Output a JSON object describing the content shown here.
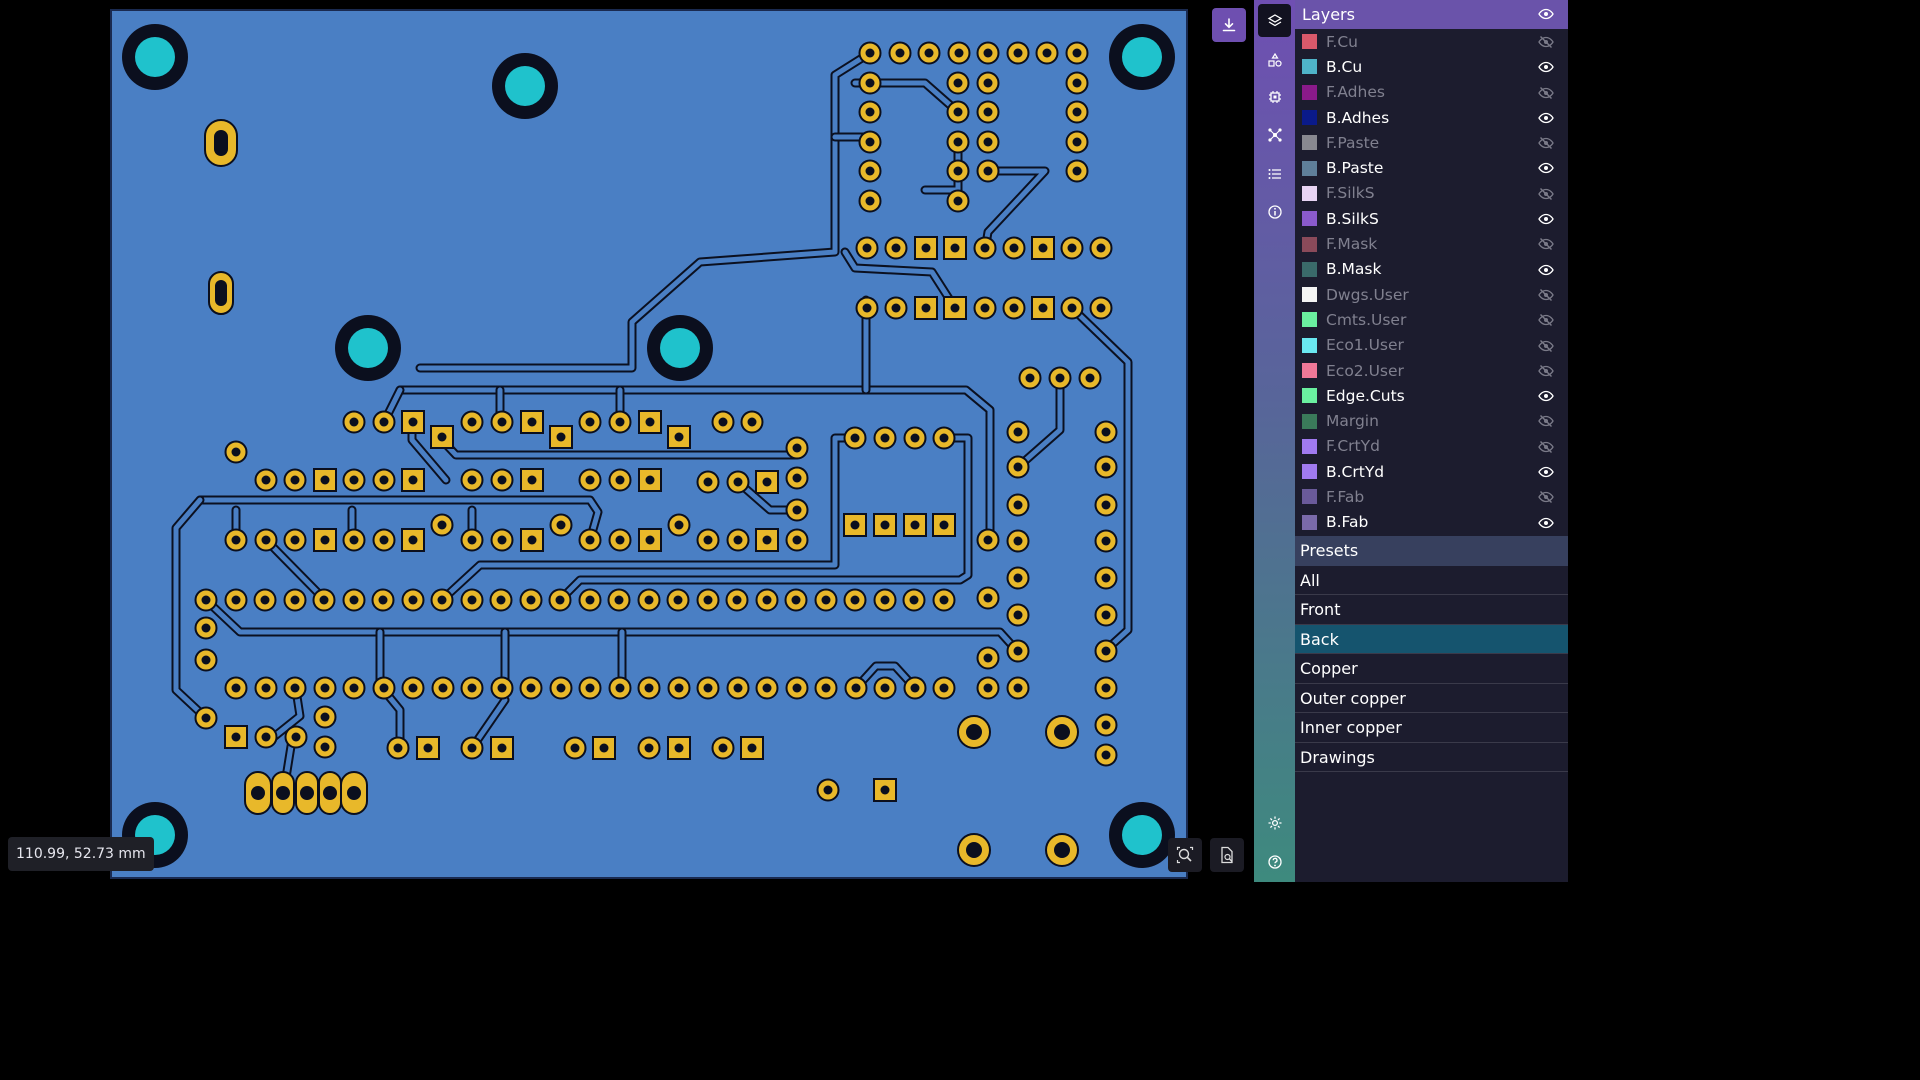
{
  "coordinates": "110.99, 52.73 mm",
  "layers_panel": {
    "title": "Layers",
    "items": [
      {
        "name": "F.Cu",
        "color": "#d9596b",
        "visible": false
      },
      {
        "name": "B.Cu",
        "color": "#4fb3c8",
        "visible": true
      },
      {
        "name": "F.Adhes",
        "color": "#8a1a8a",
        "visible": false
      },
      {
        "name": "B.Adhes",
        "color": "#0a1a8a",
        "visible": true
      },
      {
        "name": "F.Paste",
        "color": "#888890",
        "visible": false
      },
      {
        "name": "B.Paste",
        "color": "#5f7f9a",
        "visible": true
      },
      {
        "name": "F.SilkS",
        "color": "#e8d4f4",
        "visible": false
      },
      {
        "name": "B.SilkS",
        "color": "#8a5acc",
        "visible": true
      },
      {
        "name": "F.Mask",
        "color": "#8a4a5a",
        "visible": false
      },
      {
        "name": "B.Mask",
        "color": "#3a6a6a",
        "visible": true
      },
      {
        "name": "Dwgs.User",
        "color": "#f4f4f4",
        "visible": false
      },
      {
        "name": "Cmts.User",
        "color": "#6af0a0",
        "visible": false
      },
      {
        "name": "Eco1.User",
        "color": "#6ae8f0",
        "visible": false
      },
      {
        "name": "Eco2.User",
        "color": "#f07898",
        "visible": false
      },
      {
        "name": "Edge.Cuts",
        "color": "#6af0a0",
        "visible": true
      },
      {
        "name": "Margin",
        "color": "#3a7a5a",
        "visible": false
      },
      {
        "name": "F.CrtYd",
        "color": "#a07af0",
        "visible": false
      },
      {
        "name": "B.CrtYd",
        "color": "#a07af0",
        "visible": true
      },
      {
        "name": "F.Fab",
        "color": "#6a5a9a",
        "visible": false
      },
      {
        "name": "B.Fab",
        "color": "#7a6aaa",
        "visible": true
      }
    ]
  },
  "presets": {
    "title": "Presets",
    "items": [
      "All",
      "Front",
      "Back",
      "Copper",
      "Outer copper",
      "Inner copper",
      "Drawings"
    ],
    "active": "Back"
  },
  "colors": {
    "board": "#4a7fc4",
    "pad": "#e8b82a",
    "mounting_hole": "#1fc2cc",
    "accent": "#6e4fb0"
  }
}
